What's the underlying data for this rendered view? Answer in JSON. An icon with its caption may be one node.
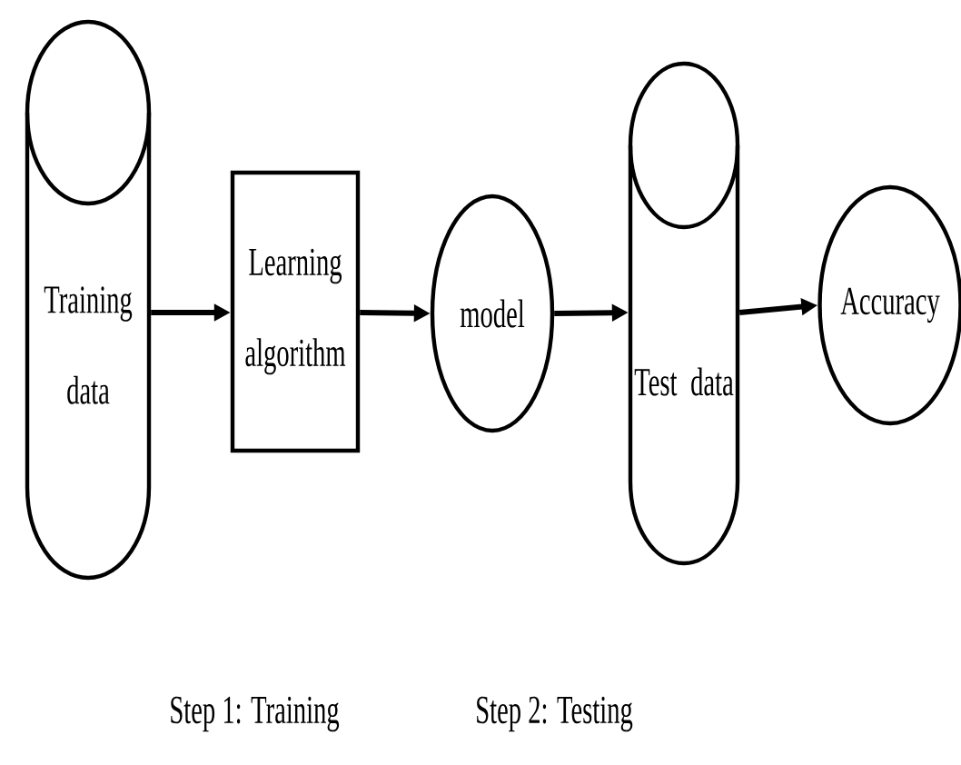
{
  "diagram": {
    "nodes": [
      {
        "text": [
          "Training data"
        ]
      },
      {
        "text": [
          "Learning algorithm"
        ]
      },
      {
        "text": [
          "model"
        ]
      },
      {
        "text": [
          "Test data"
        ]
      },
      {
        "text": [
          "Accuracy"
        ]
      }
    ],
    "edges": [
      {
        "from": 0,
        "to": 1,
        "arrow": "to"
      },
      {
        "from": 1,
        "to": 2,
        "arrow": "to"
      },
      {
        "from": 2,
        "to": 3,
        "arrow": "to"
      },
      {
        "from": 3,
        "to": 4,
        "arrow": "to"
      }
    ],
    "labels": [
      "Step 1: Training",
      "Step 2: Testing"
    ]
  }
}
